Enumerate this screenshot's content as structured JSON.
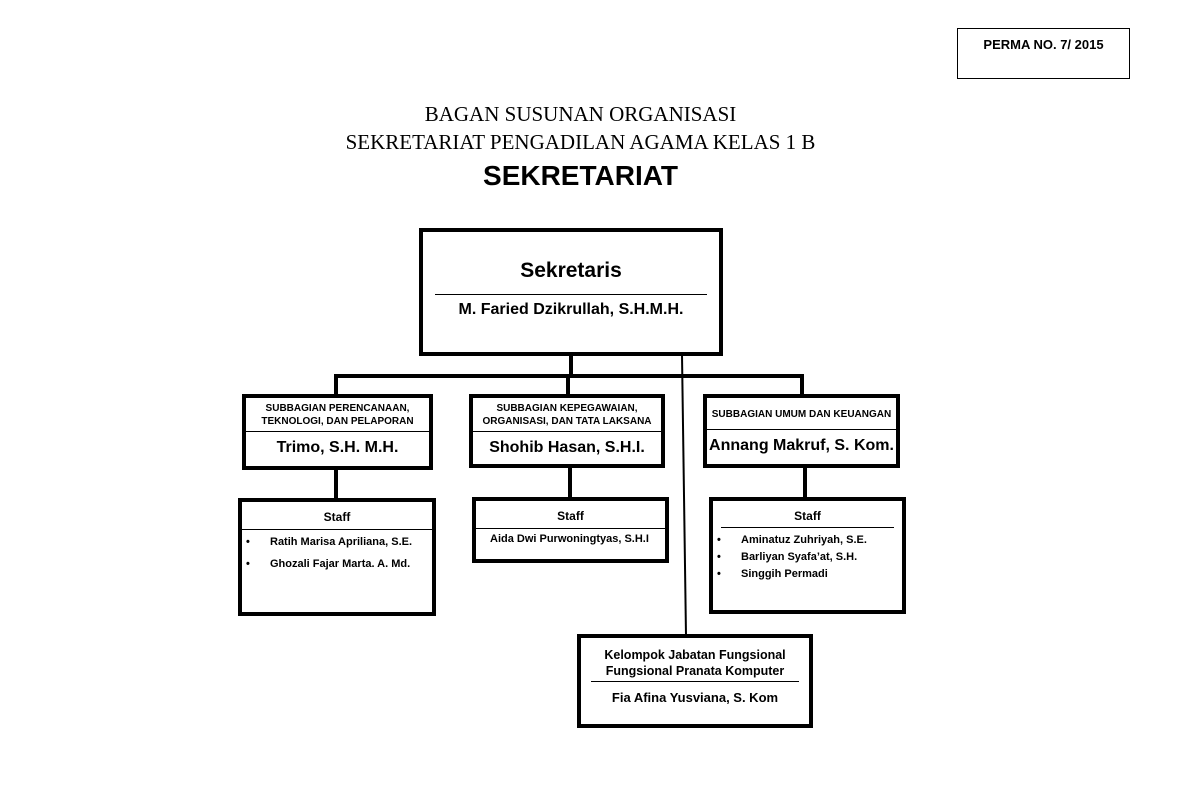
{
  "reference": "PERMA NO. 7/ 2015",
  "title": {
    "line1": "BAGAN SUSUNAN ORGANISASI",
    "line2": "SEKRETARIAT PENGADILAN AGAMA KELAS 1 B",
    "line3": "SEKRETARIAT"
  },
  "head": {
    "position": "Sekretaris",
    "name": "M. Faried Dzikrullah, S.H.M.H."
  },
  "subs": [
    {
      "position": "SUBBAGIAN PERENCANAAN, TEKNOLOGI, DAN PELAPORAN",
      "name": "Trimo, S.H. M.H.",
      "staff_label": "Staff",
      "staff": [
        "Ratih Marisa Apriliana, S.E.",
        "Ghozali Fajar Marta. A. Md."
      ]
    },
    {
      "position": "SUBBAGIAN KEPEGAWAIAN, ORGANISASI, DAN TATA LAKSANA",
      "name": "Shohib Hasan, S.H.I.",
      "staff_label": "Staff",
      "staff": [
        "Aida Dwi Purwoningtyas, S.H.I"
      ]
    },
    {
      "position": "SUBBAGIAN UMUM DAN KEUANGAN",
      "name": "Annang Makruf, S. Kom.",
      "staff_label": "Staff",
      "staff": [
        "Aminatuz Zuhriyah, S.E.",
        "Barliyan Syafa’at, S.H.",
        "Singgih Permadi"
      ]
    }
  ],
  "functional": {
    "line1": "Kelompok Jabatan Fungsional",
    "line2": "Fungsional Pranata Komputer",
    "name": "Fia Afina Yusviana, S. Kom"
  }
}
